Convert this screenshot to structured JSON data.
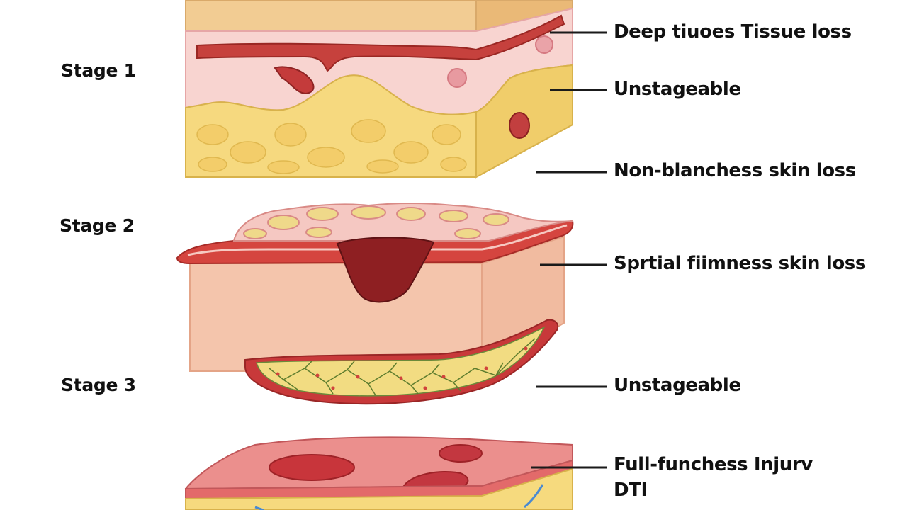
{
  "stages": [
    {
      "label": "Stage 1"
    },
    {
      "label": "Stage 2"
    },
    {
      "label": "Stage 3"
    }
  ],
  "callouts": [
    {
      "label": "Deep tiuoes Tissue loss"
    },
    {
      "label": "Unstageable"
    },
    {
      "label": "Non-blanchess skin loss"
    },
    {
      "label": "Sprtial fiimness skin loss"
    },
    {
      "label": "Unstageable"
    },
    {
      "label": "Full-funchess Injurv"
    },
    {
      "label": "DTI"
    }
  ],
  "colors": {
    "epidermis": "#f7d0cd",
    "surface_tan": "#f0c98c",
    "fat_yellow": "#f6da7e",
    "wound_red": "#c83a3a",
    "wound_dark": "#8a1c1c",
    "dermis": "#f3bfa6"
  }
}
